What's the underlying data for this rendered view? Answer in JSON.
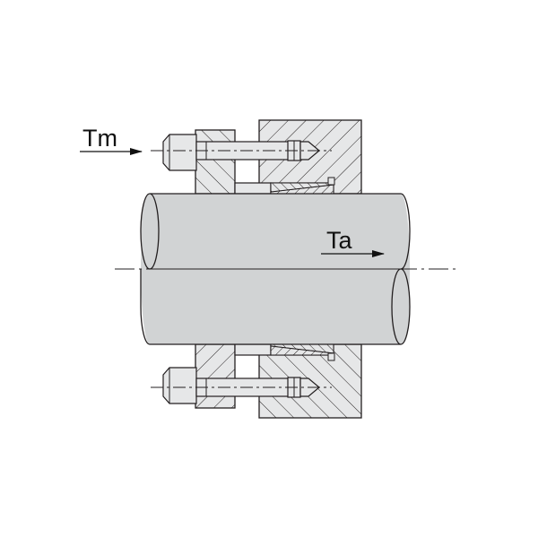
{
  "diagram": {
    "type": "mechanical-cross-section",
    "subject": "shaft-hub locking assembly with clamping screws",
    "labels": {
      "tm": "Tm",
      "ta": "Ta"
    },
    "colors": {
      "part_fill": "#e6e7e8",
      "shaft_fill": "#d1d3d4",
      "outline": "#231f20",
      "background": "#ffffff"
    },
    "components": [
      "shaft",
      "hub",
      "clamp-ring",
      "conical-sleeve",
      "clamping-screw-top",
      "clamping-screw-bottom",
      "centerline"
    ]
  }
}
